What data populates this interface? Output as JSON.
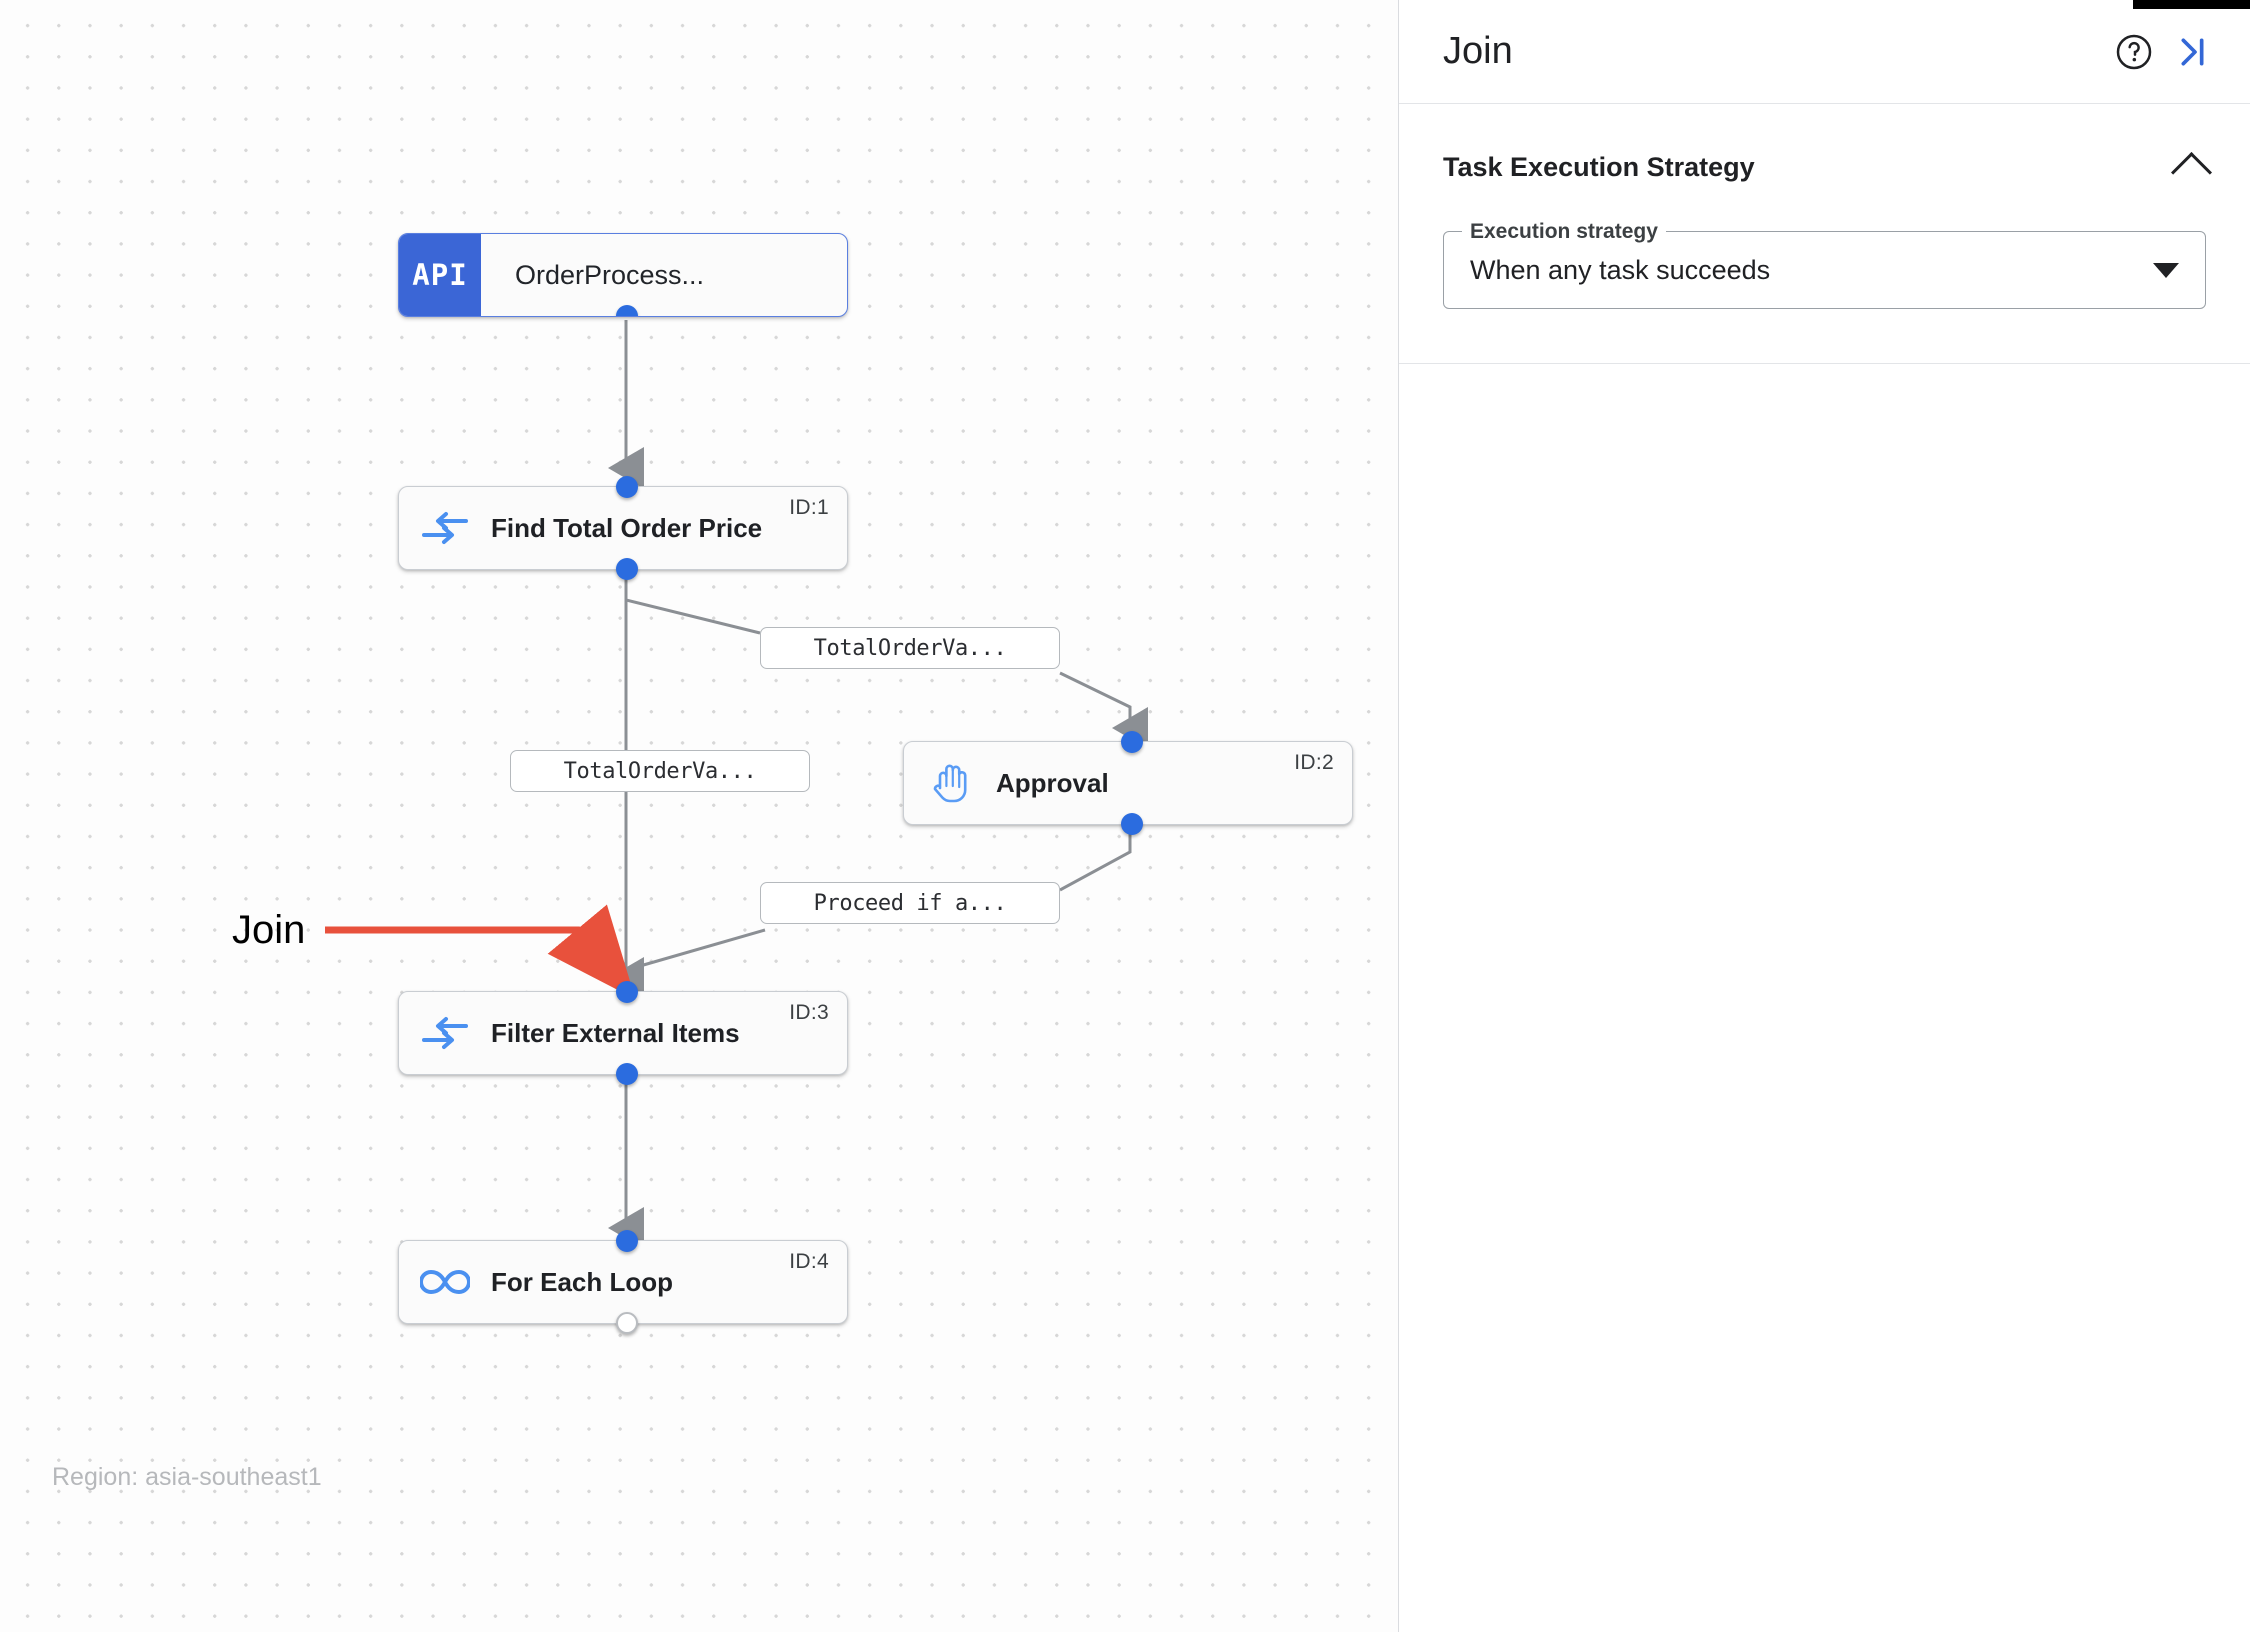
{
  "canvas": {
    "region_label": "Region: asia-southeast1",
    "annotation": {
      "label": "Join",
      "color": "#e8513c"
    },
    "nodes": [
      {
        "id": "trigger",
        "badge": "API",
        "title": "OrderProcess...",
        "id_label": "",
        "icon": "api-badge"
      },
      {
        "id": "task1",
        "badge": "",
        "title": "Find Total Order Price",
        "id_label": "ID:1",
        "icon": "data-mapping-icon"
      },
      {
        "id": "task2",
        "badge": "",
        "title": "Approval",
        "id_label": "ID:2",
        "icon": "raised-hand-icon"
      },
      {
        "id": "task3",
        "badge": "",
        "title": "Filter External Items",
        "id_label": "ID:3",
        "icon": "data-mapping-icon"
      },
      {
        "id": "task4",
        "badge": "",
        "title": "For Each Loop",
        "id_label": "ID:4",
        "icon": "infinity-icon"
      }
    ],
    "edge_labels": [
      {
        "id": "edge-label-1",
        "text": "TotalOrderVa..."
      },
      {
        "id": "edge-label-2",
        "text": "TotalOrderVa..."
      },
      {
        "id": "edge-label-3",
        "text": "Proceed if a..."
      }
    ]
  },
  "panel": {
    "title": "Join",
    "help_icon": "help-circle-icon",
    "collapse_icon": "collapse-panel-icon",
    "section": {
      "title": "Task Execution Strategy",
      "collapse_icon": "chevron-up-icon",
      "field": {
        "legend": "Execution strategy",
        "value": "When any task succeeds",
        "caret_icon": "chevron-down-icon"
      }
    }
  },
  "colors": {
    "node_accent": "#3b66d6",
    "port": "#2b6cdf",
    "annotation": "#e8513c",
    "panel_link": "#3367d6"
  }
}
